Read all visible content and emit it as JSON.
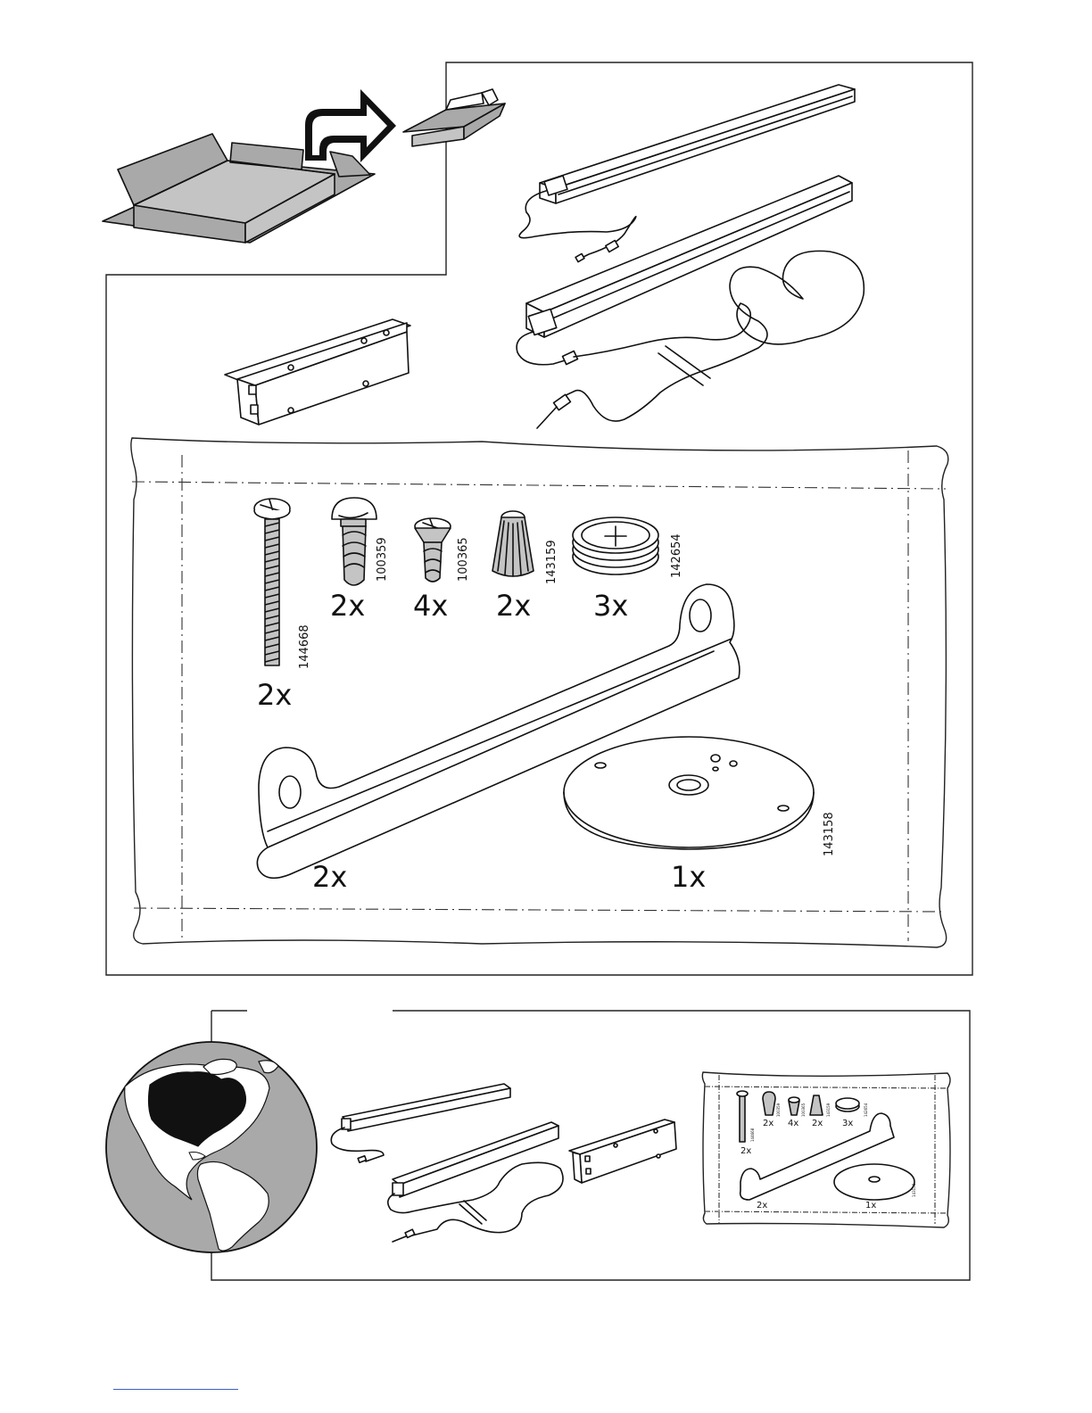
{
  "parts": {
    "bolt": {
      "code": "144668",
      "qty": "2x"
    },
    "screw_pan": {
      "code": "100359",
      "qty": "2x"
    },
    "screw_flat": {
      "code": "100365",
      "qty": "4x"
    },
    "wire_nut": {
      "code": "143159",
      "qty": "2x"
    },
    "foot_pad": {
      "code": "142654",
      "qty": "3x"
    },
    "bracket": {
      "qty": "2x"
    },
    "plate": {
      "code": "143158",
      "qty": "1x"
    }
  },
  "colors": {
    "region_highlight": "#111111",
    "land": "#ffffff",
    "ocean": "#a9a9a9"
  },
  "icons": [
    "box-icon",
    "arrow-icon",
    "light-bar-icon",
    "driver-icon",
    "globe-icon"
  ]
}
